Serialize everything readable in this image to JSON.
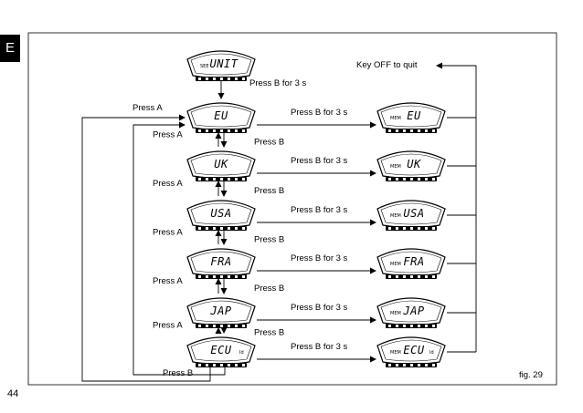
{
  "side_tab": "E",
  "page_number": "44",
  "figure_caption": "fig. 29",
  "labels": {
    "press_a": "Press A",
    "press_b": "Press B",
    "press_b_3s": "Press B for 3 s",
    "key_off": "Key OFF to quit"
  },
  "display_top": {
    "prefix": "SEE",
    "value": "UNIT"
  },
  "units": [
    {
      "value": "EU",
      "suffix": ""
    },
    {
      "value": "UK",
      "suffix": ""
    },
    {
      "value": "USA",
      "suffix": ""
    },
    {
      "value": "FRA",
      "suffix": ""
    },
    {
      "value": "JAP",
      "suffix": ""
    },
    {
      "value": "ECU",
      "suffix": "Id"
    }
  ],
  "memory_prefix": "MEM"
}
